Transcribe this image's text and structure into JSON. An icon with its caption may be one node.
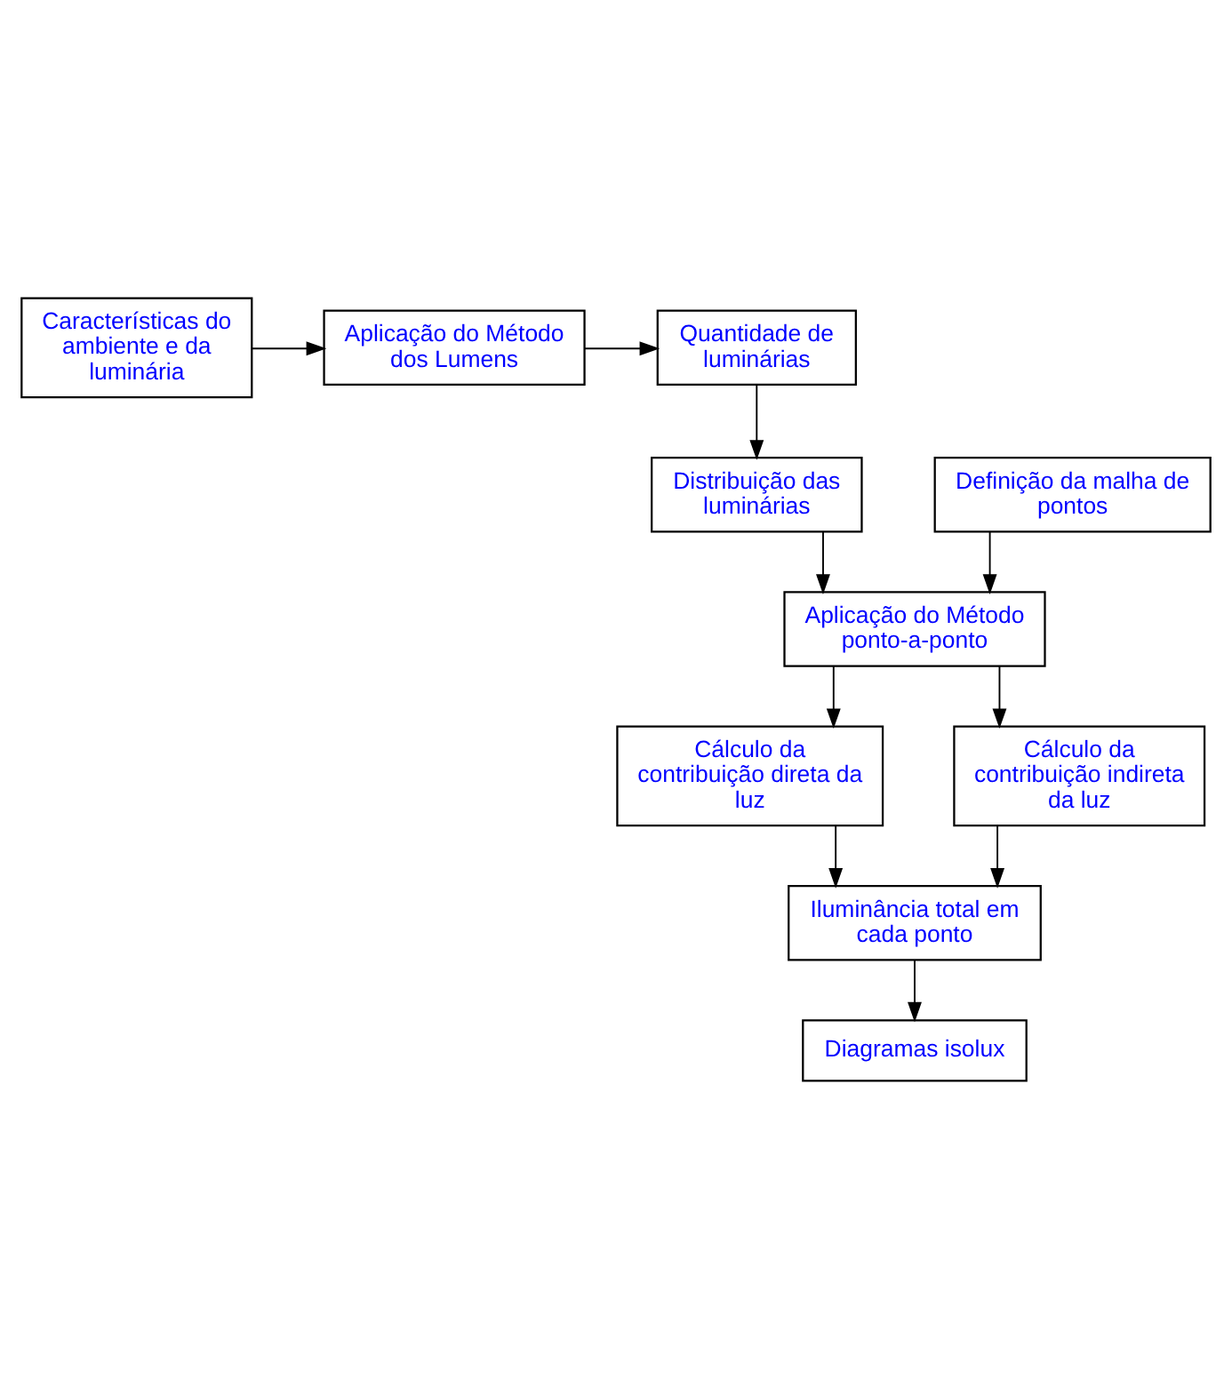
{
  "diagram": {
    "nodes": [
      {
        "text": [
          "Características do ambiente e da luminária"
        ]
      },
      {
        "text": [
          "Aplicação do Método dos Lumens"
        ]
      },
      {
        "text": [
          "Quantidade de luminárias"
        ]
      },
      {
        "text": [
          "Definição da malha de pontos"
        ]
      },
      {
        "text": [
          "Distribuição das luminárias"
        ]
      },
      {
        "text": [
          "Aplicação do Método ponto-a-ponto"
        ]
      },
      {
        "text": [
          "Cálculo da contribuição direta da luz"
        ]
      },
      {
        "text": [
          "Cálculo da contribuição indireta da luz"
        ]
      },
      {
        "text": [
          "Iluminância total em cada ponto"
        ]
      },
      {
        "text": [
          "Diagramas isolux"
        ]
      }
    ],
    "edges": [
      {
        "from": 0,
        "to": 1,
        "arrow": "to"
      },
      {
        "from": 1,
        "to": 2,
        "arrow": "to"
      },
      {
        "from": 2,
        "to": 4,
        "arrow": "to"
      },
      {
        "from": 3,
        "to": 5,
        "arrow": "to"
      },
      {
        "from": 4,
        "to": 5,
        "arrow": "to"
      },
      {
        "from": 5,
        "to": 6,
        "arrow": "to"
      },
      {
        "from": 5,
        "to": 7,
        "arrow": "to"
      },
      {
        "from": 6,
        "to": 8,
        "arrow": "to"
      },
      {
        "from": 7,
        "to": 8,
        "arrow": "to"
      },
      {
        "from": 8,
        "to": 9,
        "arrow": "to"
      }
    ]
  }
}
